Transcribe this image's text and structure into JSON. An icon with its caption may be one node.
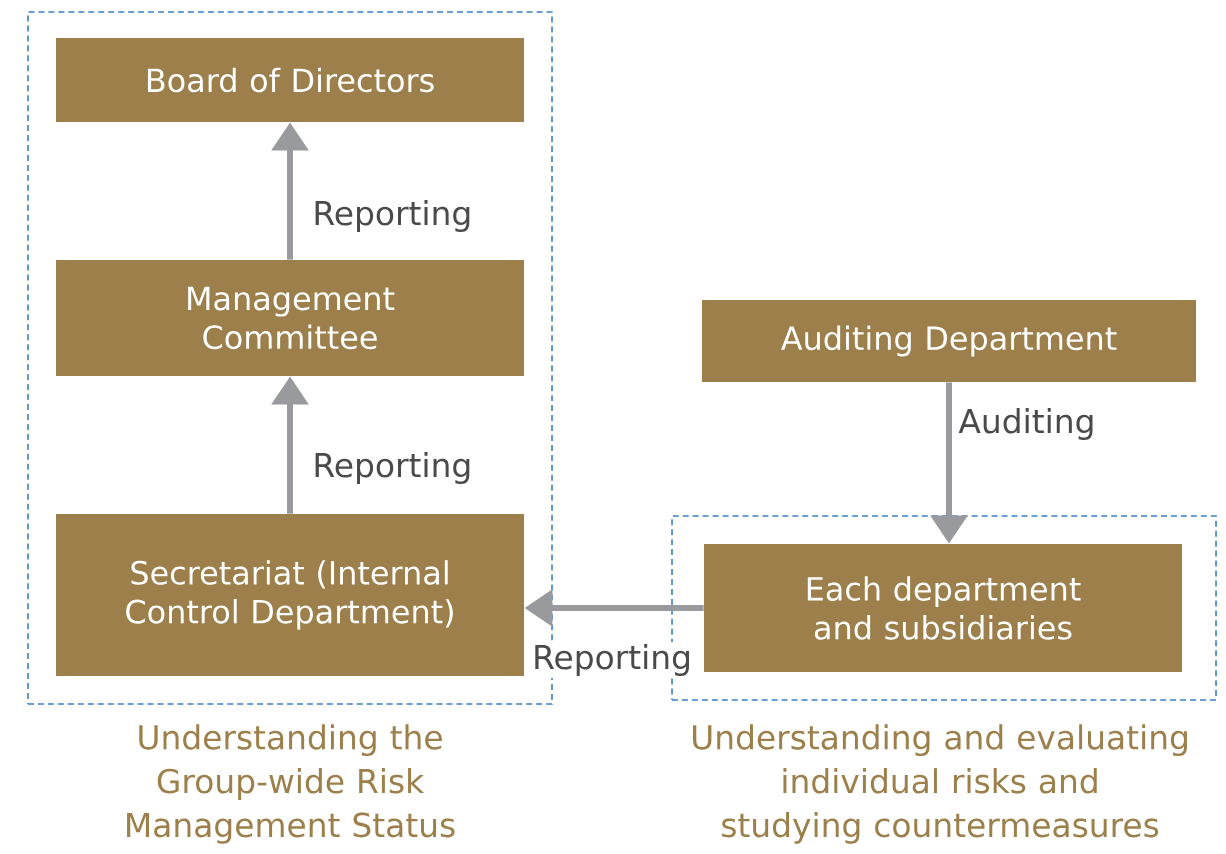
{
  "diagram": {
    "nodes": [
      {
        "text": [],
        "shape": "box",
        "beside": [
          "Understanding the Group-wide Risk Management Status"
        ]
      },
      {
        "text": [
          "Board of Directors"
        ],
        "in": 0
      },
      {
        "text": [
          "Management Committee"
        ],
        "in": 0
      },
      {
        "text": [
          "Secretariat (Internal Control Department)"
        ],
        "in": 0
      },
      {
        "text": [
          "Auditing Department"
        ]
      },
      {
        "text": [],
        "shape": "box",
        "beside": [
          "Understanding and evaluating individual risks and studying countermeasures"
        ]
      },
      {
        "text": [
          "Each department and subsidiaries"
        ],
        "in": 5
      }
    ],
    "edges": [
      {
        "from": 2,
        "to": 1,
        "arrow": "to",
        "label": "Reporting"
      },
      {
        "from": 3,
        "to": 2,
        "arrow": "to",
        "label": "Reporting"
      },
      {
        "from": 6,
        "to": 3,
        "arrow": "to",
        "label": "Reporting"
      },
      {
        "from": 4,
        "to": 6,
        "arrow": "to",
        "label": "Auditing"
      }
    ]
  }
}
